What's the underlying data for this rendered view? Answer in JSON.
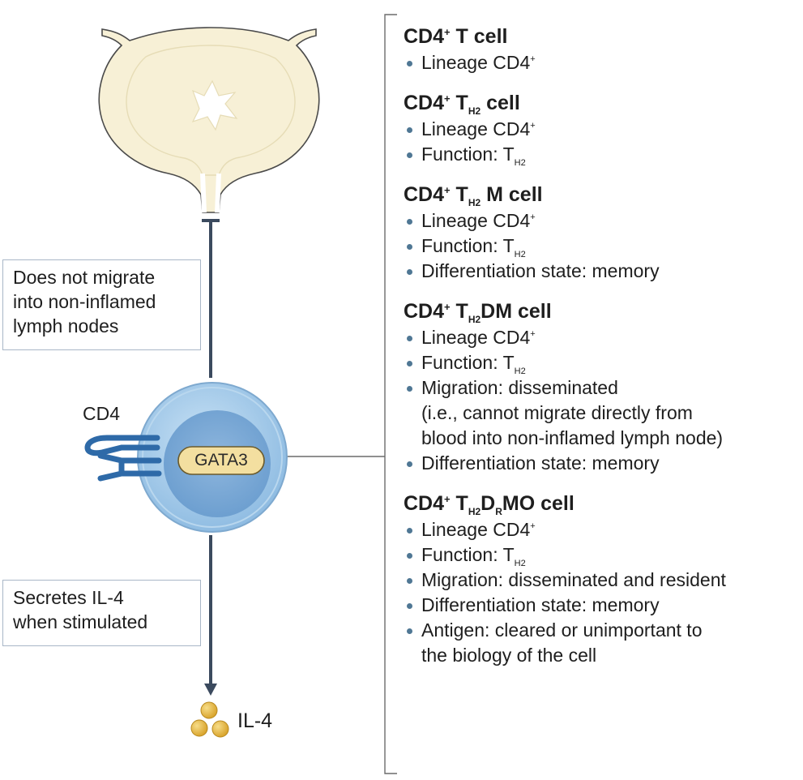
{
  "callouts": {
    "migrate_lines": [
      "Does not migrate",
      "into non-inflamed",
      "lymph nodes"
    ],
    "secretes_lines": [
      "Secretes IL-4",
      "when stimulated"
    ]
  },
  "labels": {
    "cd4": "CD4",
    "gata3": "GATA3",
    "il4": "IL-4"
  },
  "colors": {
    "lymph_node_fill": "#f7f0d6",
    "cell_fill": "#9cc4e6",
    "gata3_fill": "#f3dfa0",
    "receptor": "#2e6aa8",
    "il4_granule": "#e7b844",
    "arrow": "#3b4a5e"
  },
  "cells": [
    {
      "title": {
        "a": "CD4",
        "sup": "+",
        "b": " T cell"
      },
      "props": [
        {
          "text": "Lineage CD4",
          "sup": "+"
        }
      ]
    },
    {
      "title": {
        "a": "CD4",
        "sup": "+",
        "b": " T",
        "sub": "H2",
        "c": " cell"
      },
      "props": [
        {
          "text": "Lineage CD4",
          "sup": "+"
        },
        {
          "text": "Function: T",
          "sub": "H2"
        }
      ]
    },
    {
      "title": {
        "a": "CD4",
        "sup": "+",
        "b": " T",
        "sub": "H2",
        "c": " M cell"
      },
      "props": [
        {
          "text": "Lineage CD4",
          "sup": "+"
        },
        {
          "text": "Function: T",
          "sub": "H2"
        },
        {
          "text": "Differentiation state: memory"
        }
      ]
    },
    {
      "title": {
        "a": "CD4",
        "sup": "+",
        "b": " T",
        "sub": "H2",
        "c": "DM cell"
      },
      "props": [
        {
          "text": "Lineage CD4",
          "sup": "+"
        },
        {
          "text": "Function: T",
          "sub": "H2"
        },
        {
          "text": "Migration: disseminated",
          "cont": [
            "(i.e., cannot migrate directly from",
            "blood into non-inflamed lymph node)"
          ]
        },
        {
          "text": "Differentiation state: memory"
        }
      ]
    },
    {
      "title": {
        "a": "CD4",
        "sup": "+",
        "b": " T",
        "sub": "H2",
        "c": "D",
        "sub2": "R",
        "d": "MO cell"
      },
      "props": [
        {
          "text": "Lineage CD4",
          "sup": "+"
        },
        {
          "text": "Function: T",
          "sub": "H2"
        },
        {
          "text": "Migration: disseminated and resident"
        },
        {
          "text": "Differentiation state: memory"
        },
        {
          "text": "Antigen: cleared or unimportant to",
          "cont": [
            "the biology of the cell"
          ]
        }
      ]
    }
  ]
}
